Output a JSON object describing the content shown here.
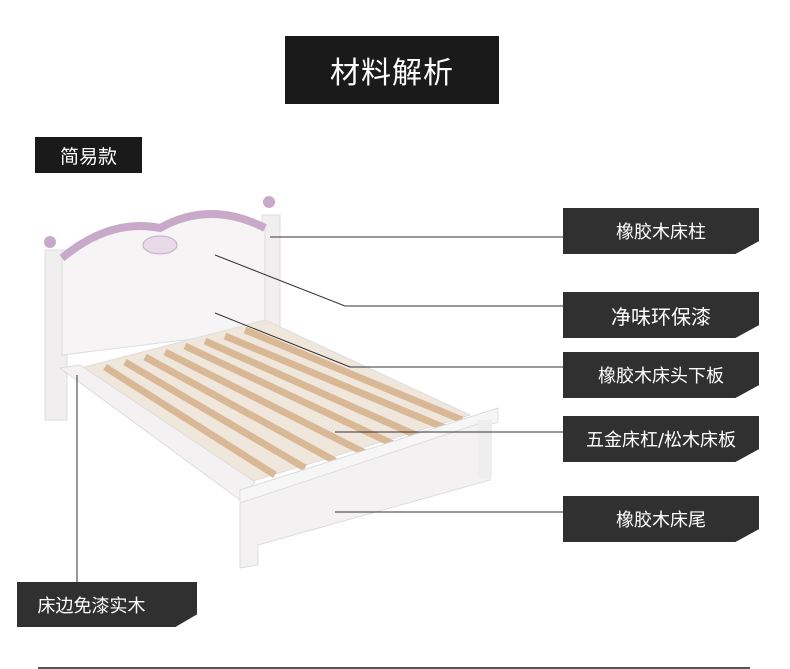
{
  "header": {
    "title": "材料解析"
  },
  "variant_tag": "简易款",
  "callouts": [
    "橡胶木床柱",
    "净味环保漆",
    "橡胶木床头下板",
    "五金床杠/松木床板",
    "橡胶木床尾",
    "床边免漆实木"
  ],
  "colors": {
    "label_bg": "#303030",
    "title_bg": "#1b1a1a",
    "headboard_trim": "#c9a9c9",
    "slat": "#e6cfb3"
  }
}
